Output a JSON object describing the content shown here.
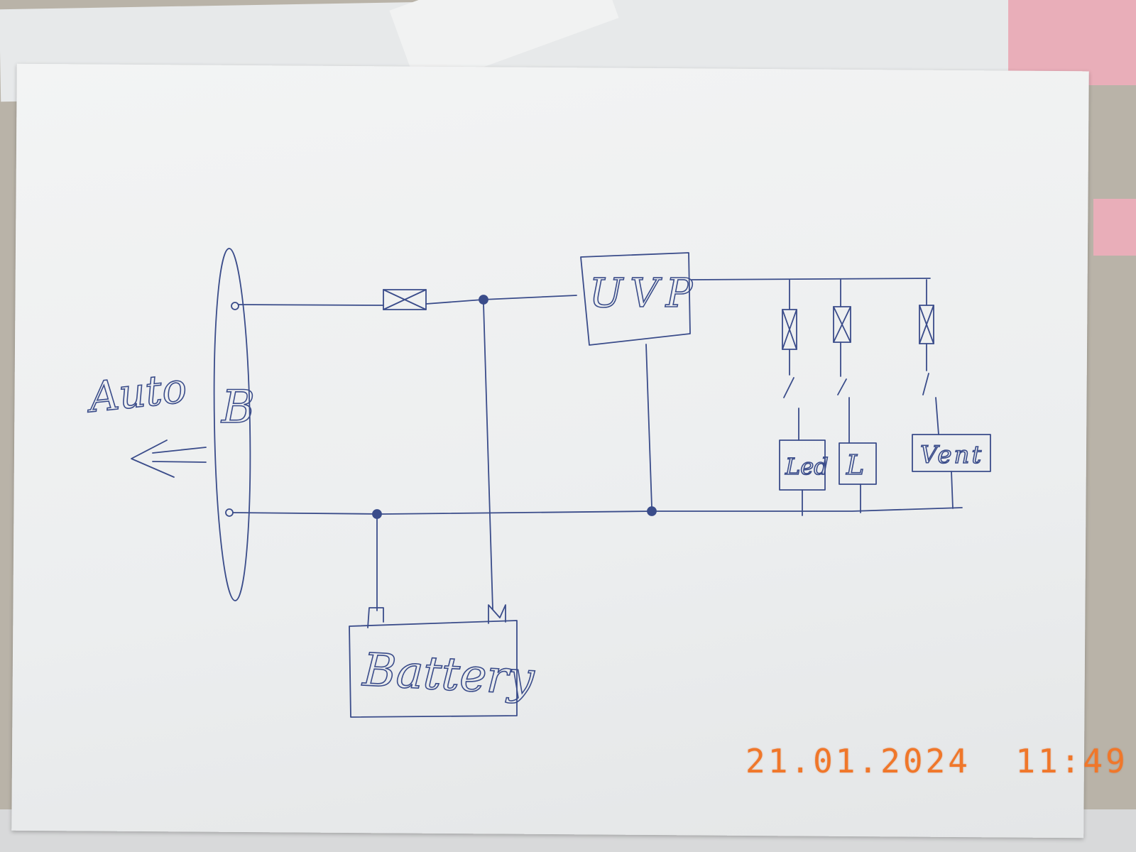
{
  "diagram": {
    "labels": {
      "auto": "Auto",
      "connector": "B",
      "uvp": "UVP",
      "battery": "Battery",
      "load_led": "Led",
      "load_l": "L",
      "load_vent": "Vent"
    },
    "colors": {
      "ink": "#3a4c8a",
      "paper": "#eef0f1",
      "stamp": "#f0772a"
    }
  },
  "photo": {
    "timestamp": "21.01.2024  11:49"
  }
}
